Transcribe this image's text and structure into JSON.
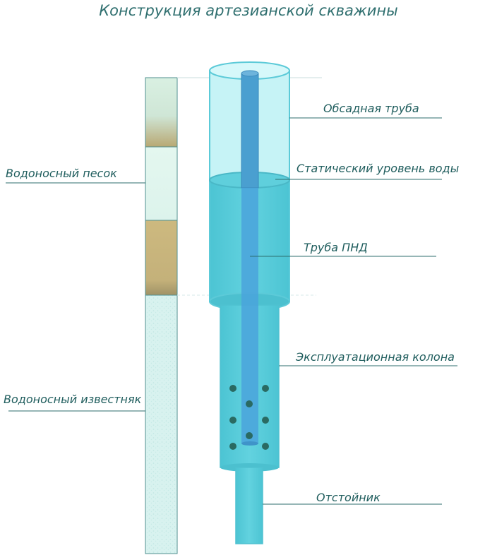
{
  "title": "Конструкция артезианской скважины",
  "labels": {
    "casing": "Обсадная труба",
    "static_level": "Статический уровень воды",
    "pnd_pipe": "Труба ПНД",
    "production_column": "Эксплуатационная колона",
    "sump": "Отстойник",
    "aquifer_sand": "Водоносный песок",
    "aquifer_limestone": "Водоносный известняк"
  },
  "colors": {
    "casing_glass": "#c9f4f7",
    "water": "#5acddc",
    "water_dark": "#3fb6c6",
    "pnd_pipe": "#4aa3d6",
    "sand_light": "#d4ecdc",
    "sand_brown": "#c8b880",
    "limestone": "#d6f1ee",
    "label_text": "#1f5d5d",
    "leader_line": "#2c6e6e",
    "perforation": "#2a6a62"
  }
}
